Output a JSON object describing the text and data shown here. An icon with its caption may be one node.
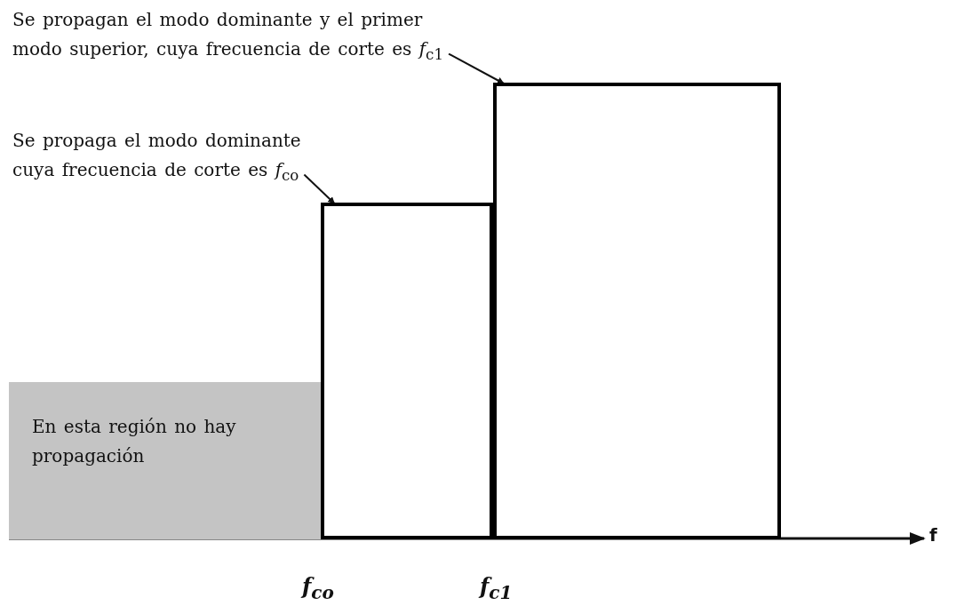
{
  "diagram": {
    "nodes": [
      {
        "text": [
          "En esta región no hay propagación"
        ]
      },
      {
        "text": [],
        "shape": "box"
      },
      {
        "text": [],
        "shape": "box"
      },
      {
        "text": [
          "Se propaga el modo dominante cuya frecuencia de corte es *f*$_{co}$"
        ]
      },
      {
        "text": [
          "Se propagan el modo dominante y el primer modo superior, cuya frecuencia de corte es *f*$_{c1}$"
        ]
      }
    ],
    "edges": [
      {
        "from": 3,
        "to": 1,
        "arrow": "to"
      },
      {
        "from": 4,
        "to": 2,
        "arrow": "to"
      }
    ],
    "labels": [
      "f",
      "f$_{co}$",
      "f$_{c1}$"
    ]
  }
}
